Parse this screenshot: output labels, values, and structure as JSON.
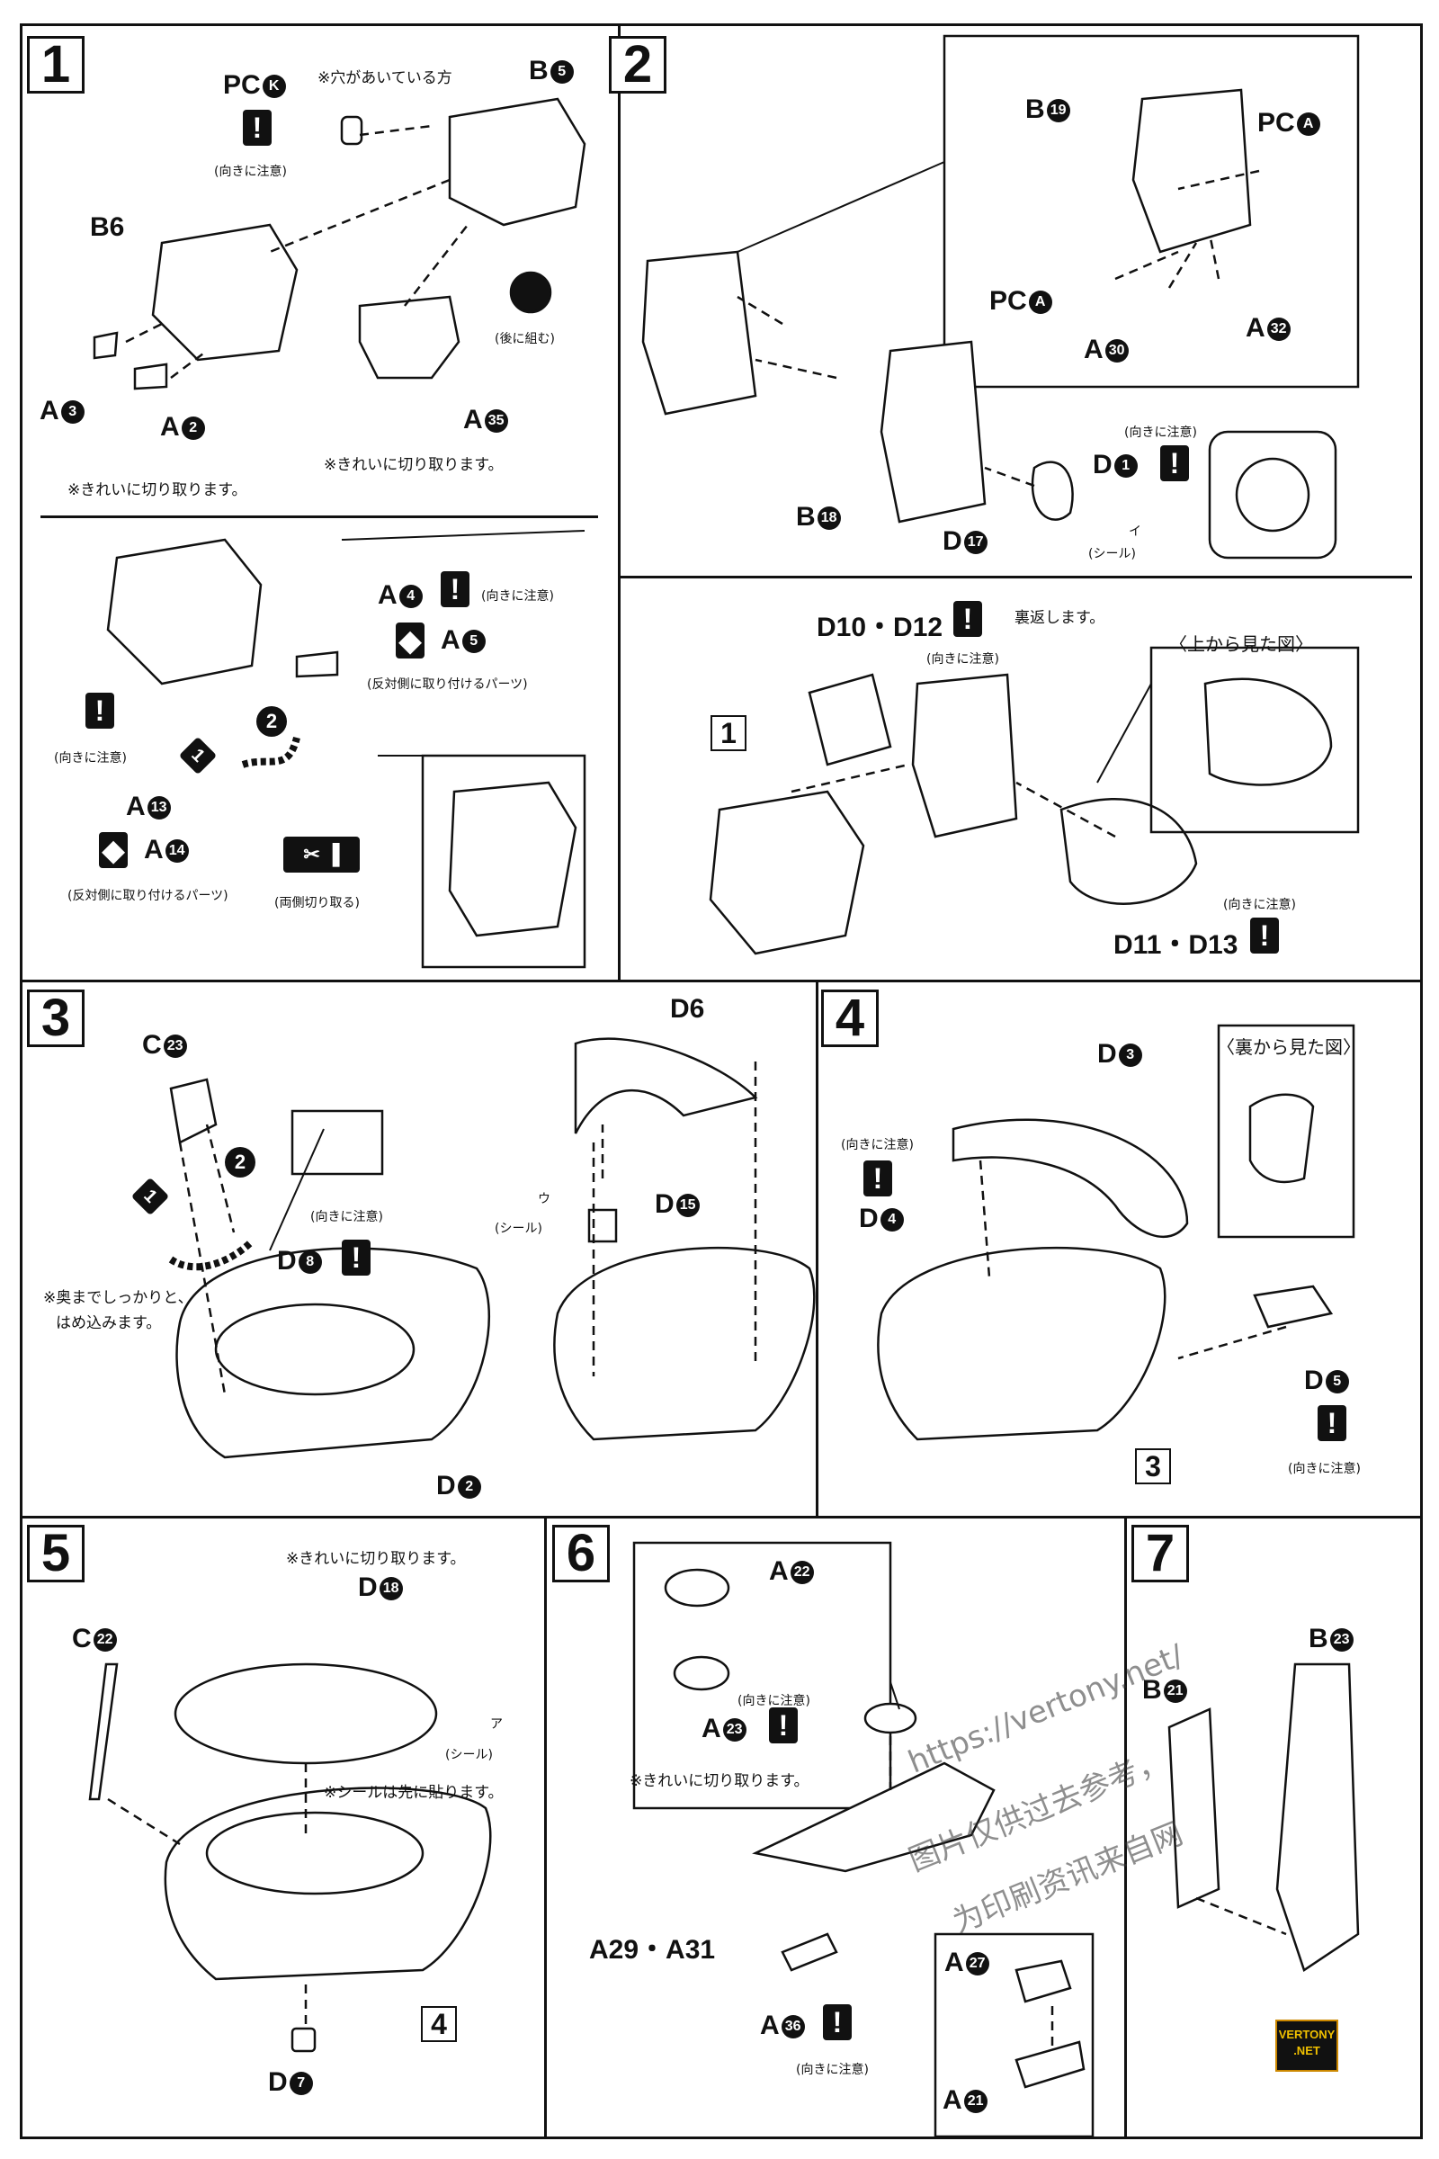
{
  "steps": [
    {
      "num": "1"
    },
    {
      "num": "2"
    },
    {
      "num": "3"
    },
    {
      "num": "4"
    },
    {
      "num": "5"
    },
    {
      "num": "6"
    },
    {
      "num": "7"
    }
  ],
  "step1": {
    "pck": "PC",
    "pck_circle": "K",
    "hole_note": "※穴があいている方",
    "b5": "B",
    "b5_circle": "5",
    "b6": "B6",
    "caution": "(向きに注意)",
    "later": "(後に組む)",
    "a3": "A",
    "a3_circle": "3",
    "a2": "A",
    "a2_circle": "2",
    "a35": "A",
    "a35_circle": "35",
    "cut_note_1": "※きれいに切り取ります。",
    "cut_note_2": "※きれいに切り取ります。",
    "a4": "A",
    "a4_circle": "4",
    "a4_caution": "(向きに注意)",
    "a5": "A",
    "a5_circle": "5",
    "opposite_1": "(反対側に取り付けるパーツ)",
    "caution_2": "(向きに注意)",
    "a13": "A",
    "a13_circle": "13",
    "a14": "A",
    "a14_circle": "14",
    "opposite_2": "(反対側に取り付けるパーツ)",
    "both_cut": "(両側切り取る)",
    "order_1": "1",
    "order_2": "2"
  },
  "step2": {
    "b19": "B",
    "b19_circle": "19",
    "pca_1": "PC",
    "pca_1_circle": "A",
    "pca_2": "PC",
    "pca_2_circle": "A",
    "a30": "A",
    "a30_circle": "30",
    "a32": "A",
    "a32_circle": "32",
    "b18": "B",
    "b18_circle": "18",
    "d17": "D",
    "d17_circle": "17",
    "d1": "D",
    "d1_circle": "1",
    "d1_caution": "(向きに注意)",
    "seal": "(シール)",
    "seal_mark": "イ",
    "d10_12": "D10・D12",
    "d10_caution": "(向きに注意)",
    "flip": "裏返します。",
    "top_view": "〈上から見た図〉",
    "ref_1": "1",
    "d11_13": "D11・D13",
    "d11_caution": "(向きに注意)"
  },
  "step3": {
    "c23": "C",
    "c23_circle": "23",
    "order_1": "1",
    "order_2": "2",
    "caution": "(向きに注意)",
    "d8": "D",
    "d8_circle": "8",
    "press_note_1": "※奥までしっかりと、",
    "press_note_2": "はめ込みます。",
    "d2": "D",
    "d2_circle": "2",
    "d6": "D6",
    "seal": "(シール)",
    "seal_mark": "ウ",
    "d15": "D",
    "d15_circle": "15"
  },
  "step4": {
    "d3": "D",
    "d3_circle": "3",
    "back_view": "〈裏から見た図〉",
    "caution_1": "(向きに注意)",
    "d4": "D",
    "d4_circle": "4",
    "d5": "D",
    "d5_circle": "5",
    "caution_2": "(向きに注意)",
    "ref_3": "3"
  },
  "step5": {
    "cut_note": "※きれいに切り取ります。",
    "d18": "D",
    "d18_circle": "18",
    "c22": "C",
    "c22_circle": "22",
    "seal": "(シール)",
    "seal_mark": "ア",
    "seal_first": "※シールは先に貼ります。",
    "ref_4": "4",
    "d7": "D",
    "d7_circle": "7"
  },
  "step6": {
    "a22": "A",
    "a22_circle": "22",
    "caution_1": "(向きに注意)",
    "a23": "A",
    "a23_circle": "23",
    "cut_note": "※きれいに切り取ります。",
    "a29_31": "A29・A31",
    "a36": "A",
    "a36_circle": "36",
    "caution_2": "(向きに注意)",
    "a27": "A",
    "a27_circle": "27",
    "a21": "A",
    "a21_circle": "21"
  },
  "step7": {
    "b21": "B",
    "b21_circle": "21",
    "b23": "B",
    "b23_circle": "23"
  },
  "watermark": {
    "url": "https://vertony.net/",
    "line2": "图片仅供过去参考，",
    "line3": "为印刷资讯来自网",
    "logo_1": "VERTONY",
    "logo_2": ".NET"
  }
}
